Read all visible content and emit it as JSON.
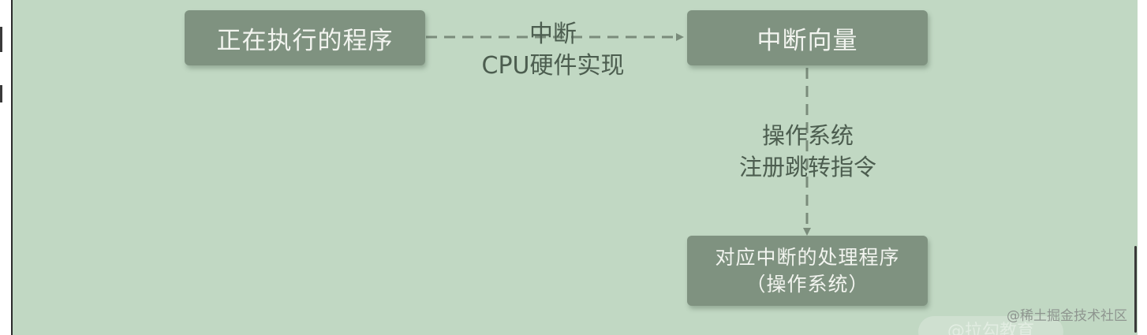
{
  "diagram": {
    "nodes": {
      "running_program": "正在执行的程序",
      "interrupt_vector": "中断向量",
      "handler_line1": "对应中断的处理程序",
      "handler_line2": "（操作系统）"
    },
    "edges": {
      "interrupt_label_line1": "中断",
      "interrupt_label_line2": "CPU硬件实现",
      "vector_label_line1": "操作系统",
      "vector_label_line2": "注册跳转指令"
    }
  },
  "watermarks": {
    "community": "@稀土掘金技术社区",
    "pill": "@拉勾教育"
  },
  "colors": {
    "canvas": "#c1d8c3",
    "box": "#7f9280",
    "box_text": "#f2f4ef",
    "label_text": "#4c5d4f",
    "arrow": "#7a8c7b"
  }
}
